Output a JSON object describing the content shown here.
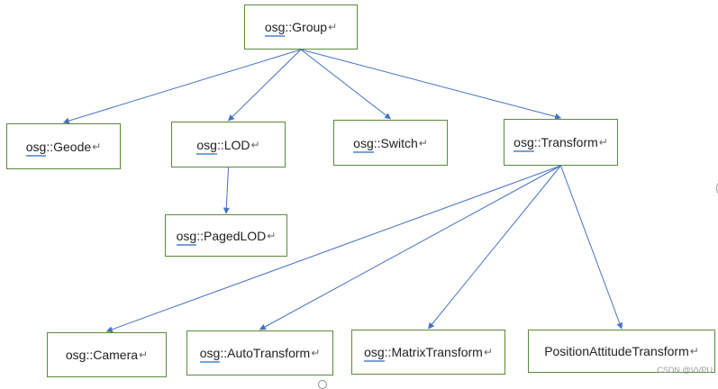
{
  "nodes": {
    "group": {
      "prefix": "osg",
      "rest": "::Group"
    },
    "geode": {
      "prefix": "osg",
      "rest": "::Geode"
    },
    "lod": {
      "prefix": "osg",
      "rest": "::LOD"
    },
    "switch": {
      "prefix": "osg",
      "rest": "::Switch"
    },
    "transform": {
      "prefix": "osg",
      "rest": "::Transform"
    },
    "pagedlod": {
      "prefix": "osg",
      "rest": "::PagedLOD"
    },
    "camera": {
      "prefix": "",
      "rest": "osg::Camera"
    },
    "autotransform": {
      "prefix": "osg",
      "rest": "::AutoTransform"
    },
    "matrixtransform": {
      "prefix": "osg",
      "rest": "::MatrixTransform"
    },
    "pat": {
      "prefix": "",
      "rest": "PositionAttitudeTransform"
    }
  },
  "paragraph_mark": "↵",
  "edges": [
    [
      "group",
      "geode"
    ],
    [
      "group",
      "lod"
    ],
    [
      "group",
      "switch"
    ],
    [
      "group",
      "transform"
    ],
    [
      "lod",
      "pagedlod"
    ],
    [
      "transform",
      "camera"
    ],
    [
      "transform",
      "autotransform"
    ],
    [
      "transform",
      "matrixtransform"
    ],
    [
      "transform",
      "pat"
    ]
  ],
  "colors": {
    "edge": "#4472c4",
    "border": "#5a8a3a",
    "underline": "#7aa0d8"
  },
  "watermark": "CSDN @VVPU"
}
